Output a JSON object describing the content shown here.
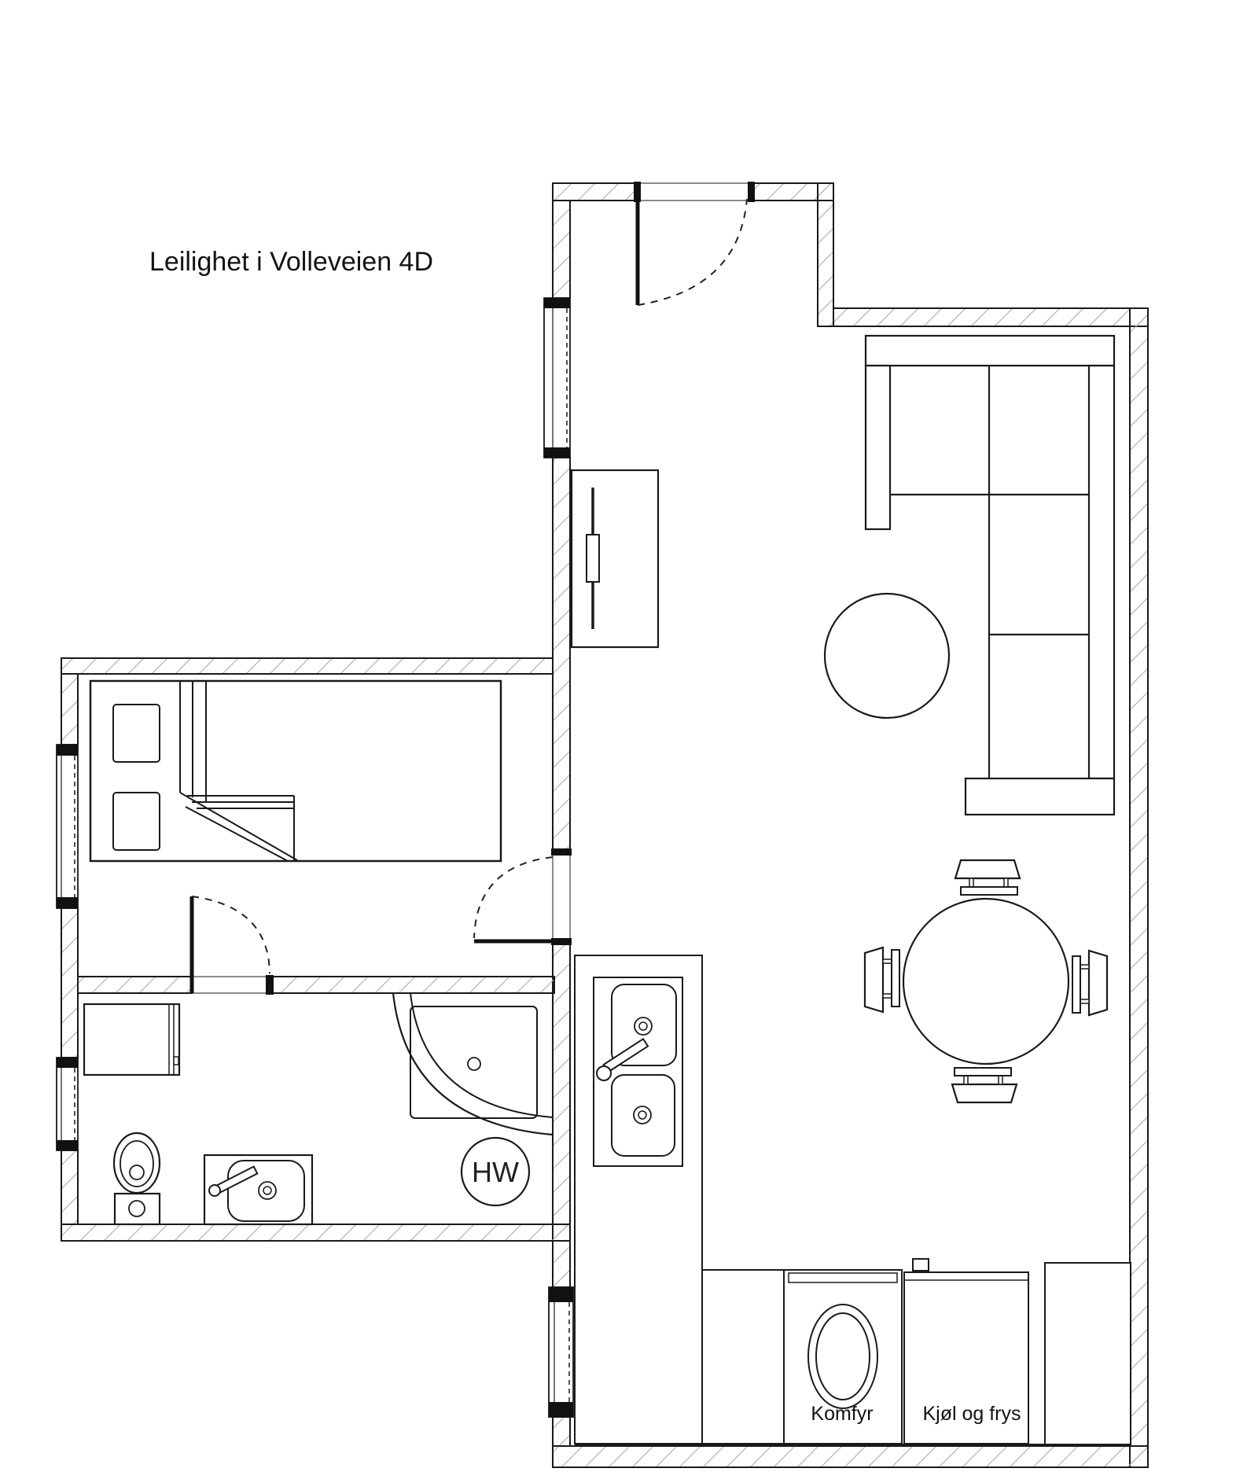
{
  "title": "Leilighet i Volleveien 4D",
  "labels": {
    "stove": "Komfyr",
    "fridge": "Kjøl og frys",
    "water_heater": "HW"
  },
  "colors": {
    "line": "#1a1a1a",
    "hatch": "#b5b5b5",
    "background": "#ffffff",
    "label_text": "#111111"
  }
}
